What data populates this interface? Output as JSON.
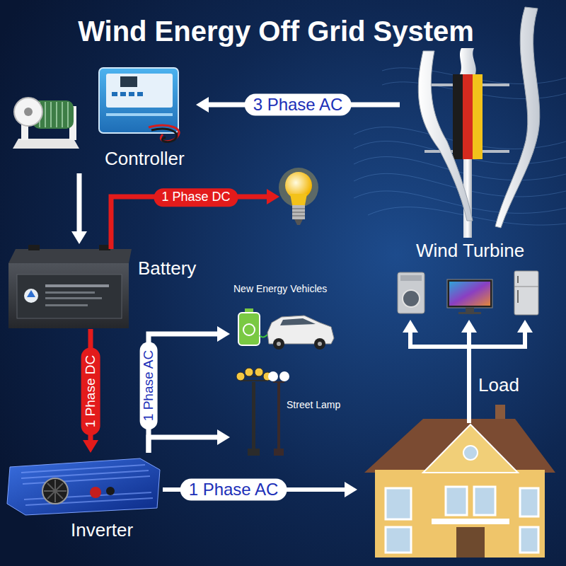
{
  "diagram": {
    "title": "Wind Energy Off Grid System",
    "nodes": [
      {
        "text": [
          "Controller"
        ]
      },
      {
        "text": [
          "Wind Turbine"
        ]
      },
      {
        "text": [
          "Battery"
        ]
      },
      {
        "text": [
          "New Energy Vehicles"
        ]
      },
      {
        "text": [
          "Street Lamp"
        ]
      },
      {
        "text": [
          "Inverter"
        ]
      }
    ],
    "edges": [
      {
        "from": 1,
        "to": 0,
        "arrow": "to",
        "label": "3 Phase AC"
      },
      {
        "from": 0,
        "to": 2,
        "arrow": "to"
      },
      {
        "from": 2,
        "to": 5,
        "arrow": "to",
        "label": "1 Phase DC"
      },
      {
        "from": 5,
        "to": 3,
        "arrow": "to",
        "label": "1 Phase AC"
      },
      {
        "from": 5,
        "to": 4,
        "arrow": "to"
      }
    ],
    "labels": [
      "1 Phase DC",
      "Load",
      "1 Phase AC"
    ]
  }
}
